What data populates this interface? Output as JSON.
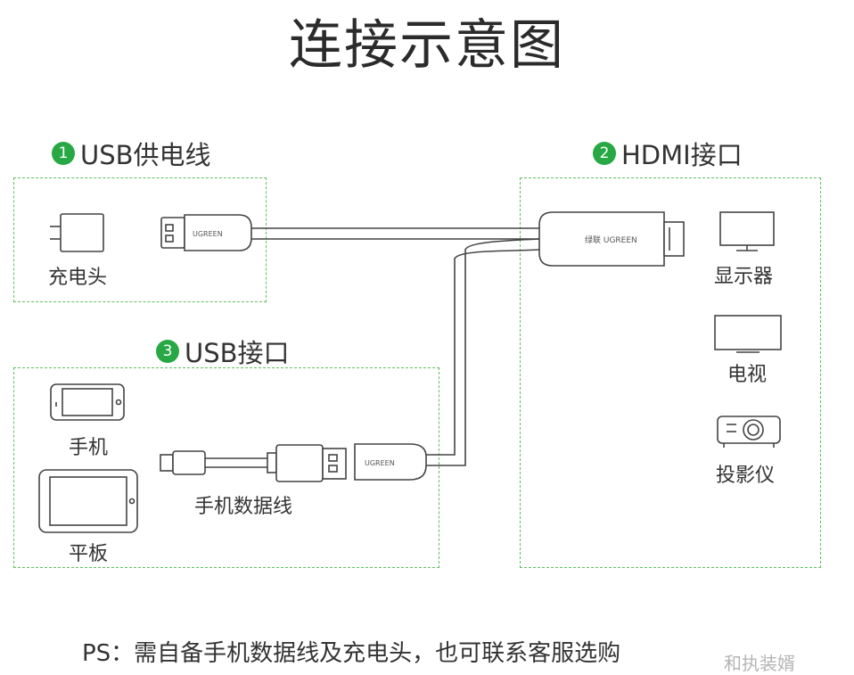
{
  "title": "连接示意图",
  "sections": {
    "usb_power": {
      "num": "1",
      "label": "USB供电线"
    },
    "hdmi": {
      "num": "2",
      "label": "HDMI接口"
    },
    "usb_port": {
      "num": "3",
      "label": "USB接口"
    }
  },
  "labels": {
    "charger": "充电头",
    "monitor": "显示器",
    "tv": "电视",
    "projector": "投影仪",
    "phone": "手机",
    "tablet": "平板",
    "phone_cable": "手机数据线"
  },
  "brand": {
    "usb_plug": "UGREEN",
    "hdmi_plug": "绿联 UGREEN",
    "female_port": "UGREEN"
  },
  "note": "PS：需自备手机数据线及充电头，也可联系客服选购",
  "watermark": "和执装婿",
  "colors": {
    "accent": "#27a844",
    "border": "#5fbf5f",
    "line": "#444444"
  }
}
